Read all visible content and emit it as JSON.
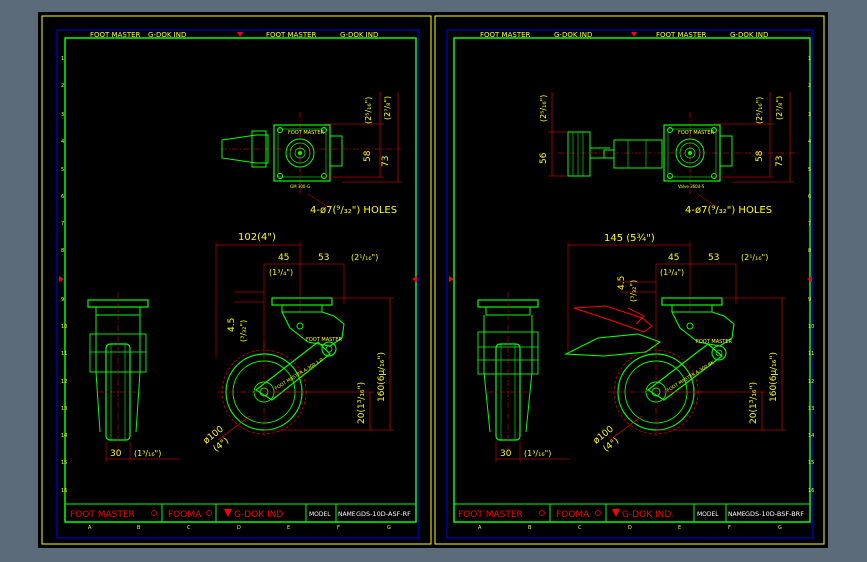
{
  "colors": {
    "background": "#5c6b7a",
    "canvas": "#000000",
    "border": "#00ff00",
    "inner_frame": "#0000ff",
    "dimension": "#ff0000",
    "drawing": "#00ff00",
    "text": "#ffff00",
    "marker": "#ff0000"
  },
  "sheets": [
    {
      "id": "left",
      "header": {
        "brand1": "FOOT MASTER",
        "brand2": "G-DOK IND",
        "brand3": "FOOT MASTER",
        "brand4": "G-DOK IND"
      },
      "row_numbers": [
        "1",
        "2",
        "3",
        "4",
        "5",
        "6",
        "7",
        "8",
        "9",
        "10",
        "11",
        "12",
        "13",
        "14",
        "15",
        "16"
      ],
      "col_letters": [
        "A",
        "B",
        "C",
        "D",
        "E",
        "F",
        "G"
      ],
      "top_view": {
        "plate_label": "FOOT MASTER",
        "plate_label_bottom": "GM 300-G",
        "dim_offset1": "(2⁵/₁₆\")",
        "dim_offset2": "(2⁷/₈\")",
        "dim_58": "58",
        "dim_73": "73",
        "holes": "4-ø7(⁹/₃₂\") HOLES"
      },
      "side_view": {
        "dim_width": "102(4\")",
        "dim_45": "45",
        "dim_1_3_4": "(1³/₄\")",
        "dim_53": "53",
        "dim_2_1_16": "(2¹/₁₆\")",
        "dim_offset": "4.5",
        "dim_offset_in": "(³/₃₂\")",
        "dim_height": "160(6µ/₁₆\")",
        "dim_20": "20(1³/₁₆\")",
        "dim_dia": "ø100",
        "dim_dia_in": "(4\")",
        "plate_label": "FOOT MASTER",
        "arm_label": "FOOT MASTER A-300 1.0"
      },
      "front_view": {
        "dim_30": "30",
        "dim_30_in": "(1³/₁₆\")"
      },
      "title_block": {
        "foot_master": "FOOT MASTER",
        "fooma": "FOOMA",
        "gdok": "G-DOK IND",
        "model_label": "MODEL",
        "name_label": "NAME",
        "model_value": "GDS-10D-ASF-RF"
      }
    },
    {
      "id": "right",
      "header": {
        "brand1": "FOOT MASTER",
        "brand2": "G-DOK IND",
        "brand3": "FOOT MASTER",
        "brand4": "G-DOK IND"
      },
      "row_numbers": [
        "1",
        "2",
        "3",
        "4",
        "5",
        "6",
        "7",
        "8",
        "9",
        "10",
        "11",
        "12",
        "13",
        "14",
        "15",
        "16"
      ],
      "col_letters": [
        "A",
        "B",
        "C",
        "D",
        "E",
        "F",
        "G"
      ],
      "top_view": {
        "plate_label": "FOOT MASTER",
        "plate_label_bottom": "Valve 3604-S",
        "dim_offset1": "(2⁵/₁₆\")",
        "dim_offset2": "(2⁷/₈\")",
        "dim_58": "58",
        "dim_73": "73",
        "dim_56": "56",
        "dim_left_offset": "(2⁵/₁₆\")",
        "holes": "4-ø7(⁹/₃₂\") HOLES"
      },
      "side_view": {
        "dim_width": "145 (5¾\")",
        "dim_45": "45",
        "dim_1_3_4": "(1³/₄\")",
        "dim_53": "53",
        "dim_2_1_16": "(2¹/₁₆\")",
        "dim_offset": "4.5",
        "dim_offset_in": "(³/₃₂\")",
        "dim_height": "160(6µ/₁₆\")",
        "dim_20": "20(1³/₁₆\")",
        "dim_dia": "ø100",
        "dim_dia_in": "(4\")",
        "plate_label": "FOOT MASTER",
        "arm_label": "FOOT MASTER A-300 BK"
      },
      "front_view": {
        "dim_30": "30",
        "dim_30_in": "(1³/₁₆\")"
      },
      "title_block": {
        "foot_master": "FOOT MASTER",
        "fooma": "FOOMA",
        "gdok": "G-DOK IND.",
        "model_label": "MODEL",
        "name_label": "NAME",
        "model_value": "GDS-10D-BSF-BRF"
      }
    }
  ]
}
